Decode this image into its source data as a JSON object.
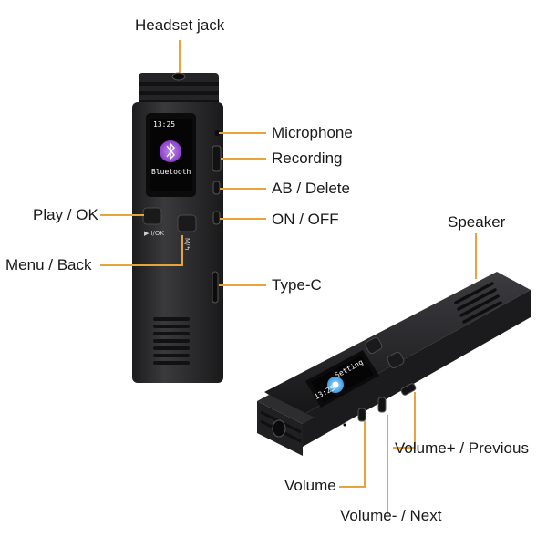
{
  "labels": {
    "headset_jack": "Headset jack",
    "microphone": "Microphone",
    "recording": "Recording",
    "ab_delete": "AB / Delete",
    "on_off": "ON / OFF",
    "play_ok": "Play / OK",
    "menu_back": "Menu / Back",
    "type_c": "Type-C",
    "speaker": "Speaker",
    "volume_plus": "Volume+ / Previous",
    "volume": "Volume",
    "volume_minus": "Volume- / Next"
  },
  "screen_vertical": {
    "time": "13:25",
    "text": "Bluetooth"
  },
  "screen_horizontal": {
    "time": "13:25",
    "text": "Setting"
  },
  "button_marks": {
    "play": "▶II/OK",
    "menu": "M/↰"
  },
  "colors": {
    "accent_line": "#e8a33c",
    "body": "#2a2a2c",
    "screen_icon": "#a35bd6",
    "screen_icon_h": "#58b4f0"
  }
}
